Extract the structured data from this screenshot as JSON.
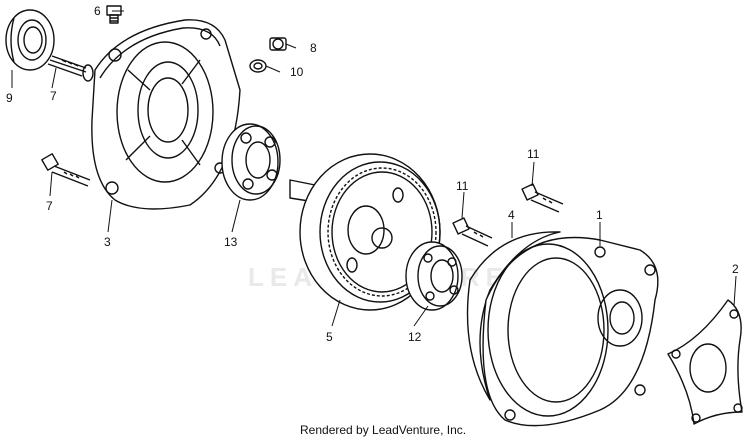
{
  "watermark": "LEADVENTURE",
  "credit": "Rendered by LeadVenture, Inc.",
  "callouts": {
    "c1": "1",
    "c2": "2",
    "c3": "3",
    "c4": "4",
    "c5": "5",
    "c6": "6",
    "c7a": "7",
    "c7b": "7",
    "c8": "8",
    "c9": "9",
    "c10": "10",
    "c11a": "11",
    "c11b": "11",
    "c12": "12",
    "c13": "13"
  },
  "colors": {
    "line": "#111111",
    "background": "#ffffff",
    "watermark": "#e9e9e9"
  }
}
